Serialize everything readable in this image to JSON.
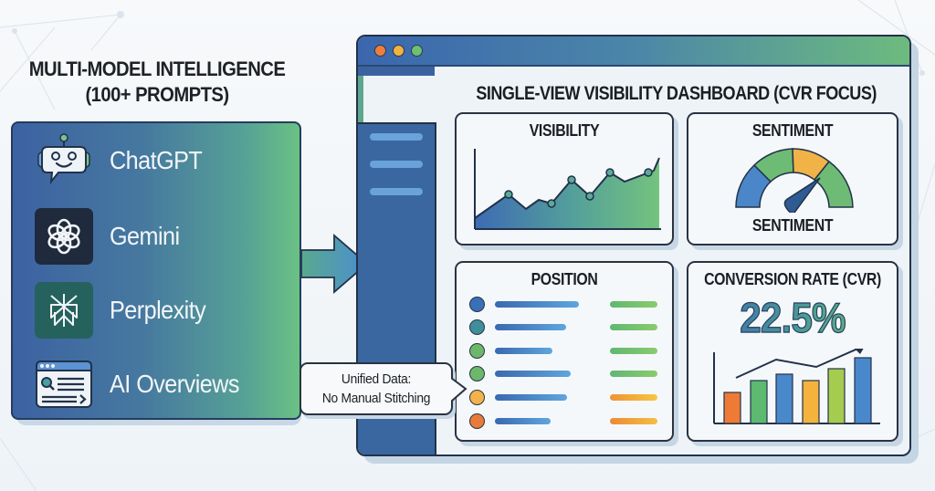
{
  "left_panel": {
    "title_line1": "MULTI-MODEL INTELLIGENCE",
    "title_line2": "(100+ PROMPTS)",
    "models": [
      {
        "label": "ChatGPT",
        "icon": "chatbot-robot-icon"
      },
      {
        "label": "Gemini",
        "icon": "openai-knot-icon"
      },
      {
        "label": "Perplexity",
        "icon": "perplexity-logo-icon"
      },
      {
        "label": "AI Overviews",
        "icon": "search-browser-icon"
      }
    ],
    "gradient_colors": [
      "#3c62a2",
      "#6ac184"
    ]
  },
  "arrow": {
    "icon": "right-arrow-icon",
    "color": "#4a8fd0"
  },
  "callout": {
    "line1": "Unified Data:",
    "line2": "No Manual Stitching"
  },
  "dashboard": {
    "title": "SINGLE-VIEW VISIBILITY DASHBOARD (CVR FOCUS)",
    "window_controls": [
      {
        "name": "close",
        "color": "#ef7d3c"
      },
      {
        "name": "minimize",
        "color": "#f2b33d"
      },
      {
        "name": "maximize",
        "color": "#6fbf73"
      }
    ],
    "sidebar_items": 3,
    "cards": {
      "visibility": {
        "title": "VISIBILITY"
      },
      "sentiment": {
        "title": "SENTIMENT",
        "gauge_label": "SENTIMENT"
      },
      "position": {
        "title": "POSITION"
      },
      "conversion": {
        "title": "CONVERSION RATE (CVR)",
        "value": "22.5%"
      }
    }
  },
  "chart_data": [
    {
      "type": "area",
      "title": "VISIBILITY",
      "x": [
        0,
        1,
        2,
        3,
        4,
        5,
        6,
        7,
        8,
        9,
        10
      ],
      "values": [
        18,
        42,
        28,
        40,
        36,
        60,
        40,
        68,
        58,
        66,
        82
      ],
      "markers_at": [
        1,
        4,
        5,
        6,
        7,
        9
      ],
      "xlabel": "",
      "ylabel": "",
      "grid": false
    },
    {
      "type": "gauge",
      "title": "SENTIMENT",
      "segments": [
        {
          "color": "#4a86c8"
        },
        {
          "color": "#6dbb74"
        },
        {
          "color": "#f1b347"
        },
        {
          "color": "#6dbb74"
        }
      ],
      "needle_angle_deg": 52,
      "label": "SENTIMENT"
    },
    {
      "type": "table",
      "title": "POSITION",
      "rows": [
        {
          "dot_color": "#3a70b8",
          "bar_length": 92,
          "value_color": "#6ec06d"
        },
        {
          "dot_color": "#3e8f9a",
          "bar_length": 78,
          "value_color": "#6ec06d"
        },
        {
          "dot_color": "#6cb86b",
          "bar_length": 63,
          "value_color": "#6ec06d"
        },
        {
          "dot_color": "#6cb86b",
          "bar_length": 83,
          "value_color": "#6ec06d"
        },
        {
          "dot_color": "#f2b34a",
          "bar_length": 79,
          "value_color": "#f0a03a"
        },
        {
          "dot_color": "#e97b3a",
          "bar_length": 61,
          "value_color": "#f0963a"
        }
      ]
    },
    {
      "type": "bar",
      "title": "CONVERSION RATE (CVR)",
      "headline_value": "22.5%",
      "categories": [
        "1",
        "2",
        "3",
        "4",
        "5",
        "6"
      ],
      "values": [
        35,
        45,
        51,
        45,
        55,
        66
      ],
      "colors": [
        "#ee7b35",
        "#5cb970",
        "#4a88cc",
        "#f4b33d",
        "#a6cc4f",
        "#4a88cc"
      ],
      "trend_line": [
        30,
        52,
        44,
        72
      ],
      "trend_arrow": true,
      "xlabel": "",
      "ylabel": ""
    }
  ]
}
